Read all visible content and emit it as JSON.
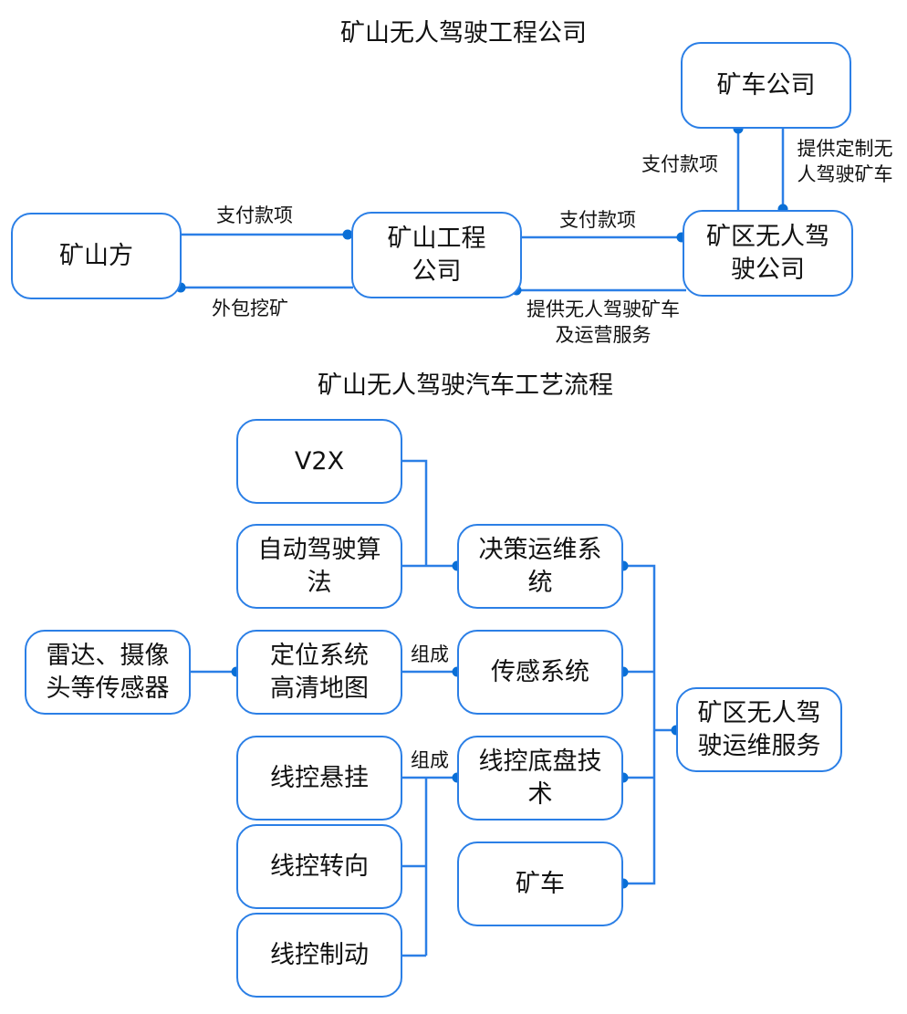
{
  "diagrams": [
    {
      "title": "矿山无人驾驶工程公司",
      "nodes": {
        "mine_owner": "矿山方",
        "mine_engineering": "矿山工程公司",
        "truck_company": "矿车公司",
        "autonomous_company": "矿区无人驾驶公司"
      },
      "edges": {
        "owner_to_engineering": "支付款项",
        "engineering_to_owner": "外包挖矿",
        "engineering_to_autonomous": "支付款项",
        "autonomous_to_engineering": "提供无人驾驶矿车及运营服务",
        "autonomous_to_truck": "支付款项",
        "truck_to_autonomous": "提供定制无人驾驶矿车"
      }
    },
    {
      "title": "矿山无人驾驶汽车工艺流程",
      "nodes": {
        "v2x": "V2X",
        "algorithm": "自动驾驶算法",
        "sensors": "雷达、摄像头等传感器",
        "positioning": "定位系统高清地图",
        "suspension": "线控悬挂",
        "steering": "线控转向",
        "braking": "线控制动",
        "decision": "决策运维系统",
        "perception": "传感系统",
        "chassis": "线控底盘技术",
        "truck": "矿车",
        "service": "矿区无人驾驶运维服务"
      },
      "edges": {
        "perception_compose": "组成",
        "chassis_compose": "组成"
      }
    }
  ],
  "colors": {
    "line": "#2b7fe6",
    "dot": "#0a6fd6",
    "text": "#111111"
  }
}
